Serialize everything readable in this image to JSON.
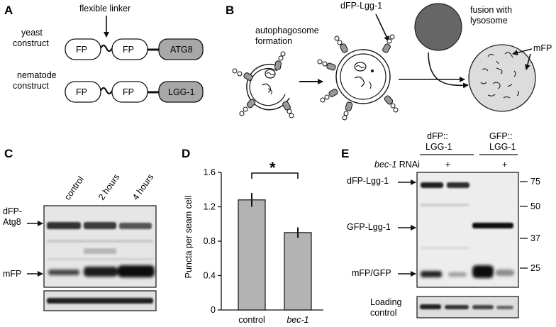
{
  "panel_a": {
    "letter": "A",
    "linker_label": "flexible linker",
    "yeast_label_line1": "yeast",
    "yeast_label_line2": "construct",
    "nematode_label_line1": "nematode",
    "nematode_label_line2": "construct",
    "fp_label": "FP",
    "yeast_tag": "ATG8",
    "nematode_tag": "LGG-1"
  },
  "panel_b": {
    "letter": "B",
    "step1_line1": "autophagosome",
    "step1_line2": "formation",
    "dfp_label": "dFP-Lgg-1",
    "fusion_line1": "fusion with",
    "fusion_line2": "lysosome",
    "mfp_label": "mFP"
  },
  "panel_c": {
    "letter": "C",
    "lanes": [
      "control",
      "2 hours",
      "4 hours"
    ],
    "band_top_line1": "dFP-",
    "band_top_line2": "Atg8",
    "band_bottom": "mFP"
  },
  "panel_d": {
    "letter": "D",
    "significance": "*"
  },
  "chart_data": {
    "type": "bar",
    "categories": [
      "control",
      "bec-1"
    ],
    "values": [
      1.28,
      0.9
    ],
    "errors": [
      0.08,
      0.06
    ],
    "ylabel": "Puncta per seam cell",
    "yticks": [
      "0",
      "0.4",
      "0.8",
      "1.2",
      "1.6"
    ],
    "ylim": [
      0,
      1.6
    ],
    "bar_color": "#b3b3b3"
  },
  "panel_e": {
    "letter": "E",
    "group1_line1": "dFP::",
    "group1_line2": "LGG-1",
    "group2_line1": "GFP::",
    "group2_line2": "LGG-1",
    "rnai_gene": "bec-1",
    "rnai_suffix": " RNAi",
    "plus": "+",
    "band_labels": [
      "dFP-Lgg-1",
      "GFP-Lgg-1",
      "mFP/GFP"
    ],
    "mw_markers": [
      "75",
      "50",
      "37",
      "25"
    ],
    "loading_line1": "Loading",
    "loading_line2": "control"
  }
}
